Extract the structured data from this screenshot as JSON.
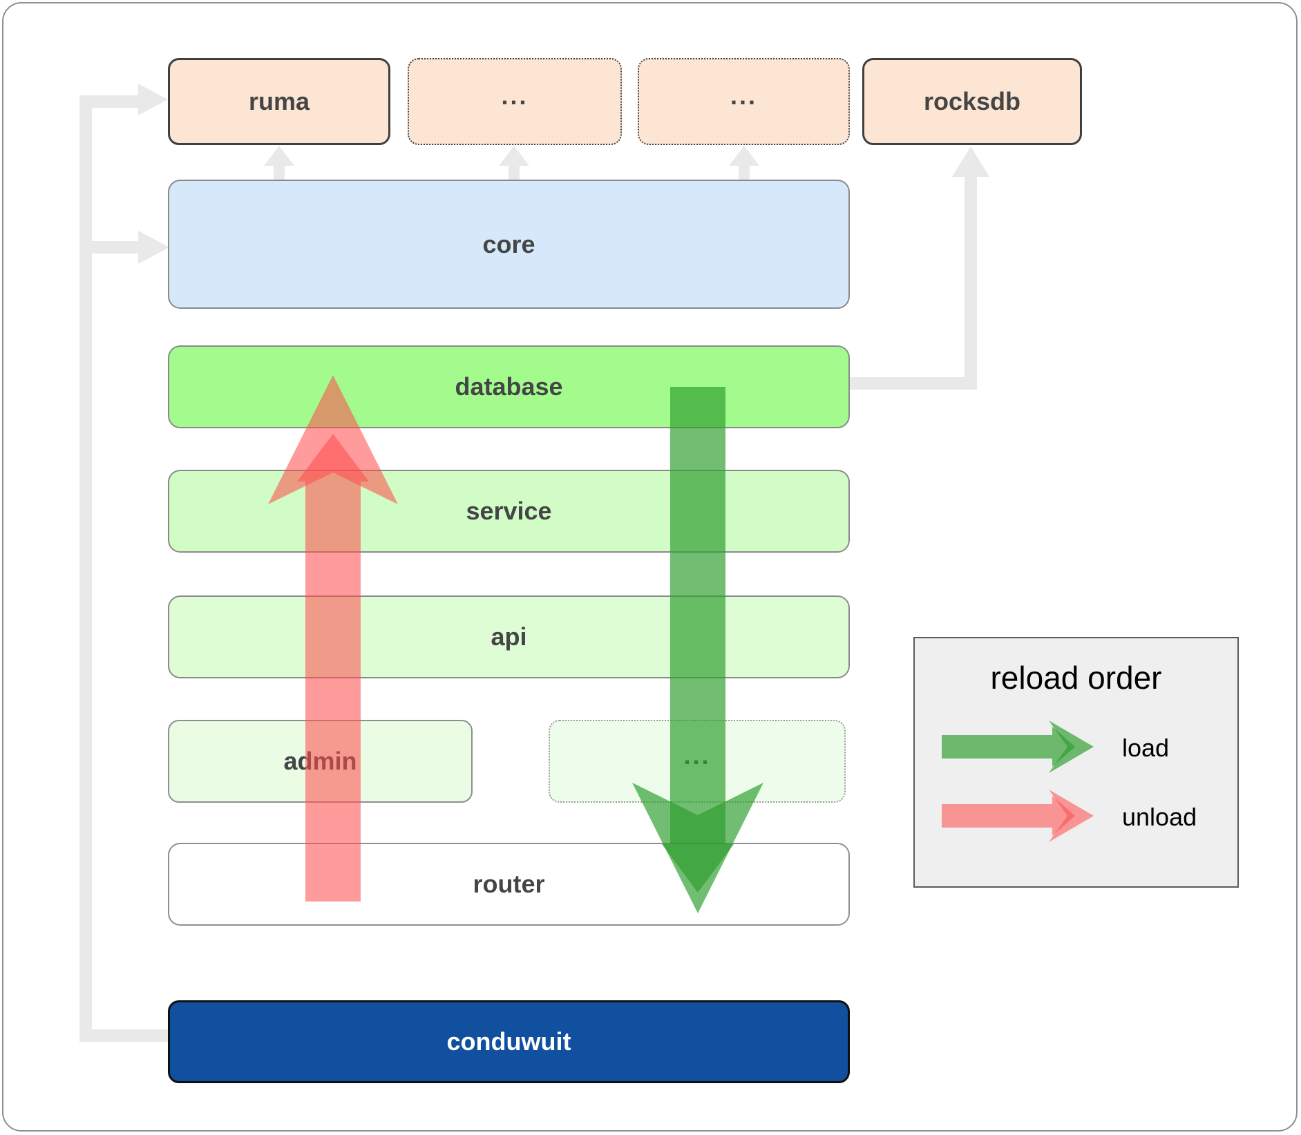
{
  "nodes": {
    "ruma": {
      "label": "ruma",
      "fill": "#fce5d3"
    },
    "top_dots_1": {
      "label": "...",
      "fill": "#fce5d3"
    },
    "top_dots_2": {
      "label": "...",
      "fill": "#fce5d3"
    },
    "rocksdb": {
      "label": "rocksdb",
      "fill": "#fce5d3"
    },
    "core": {
      "label": "core",
      "fill": "#d5e9fa"
    },
    "database": {
      "label": "database",
      "fill": "#a3fb8e"
    },
    "service": {
      "label": "service",
      "fill": "#d1fcc6"
    },
    "api": {
      "label": "api",
      "fill": "#defdd5"
    },
    "admin": {
      "label": "admin",
      "fill": "#eafce4"
    },
    "mid_dots": {
      "label": "...",
      "fill": "#eefdeb"
    },
    "router": {
      "label": "router",
      "fill": "#ffffff"
    },
    "conduwuit": {
      "label": "conduwuit",
      "fill": "#11509e"
    }
  },
  "legend": {
    "title": "reload order",
    "load_label": "load",
    "unload_label": "unload",
    "background": "#efefef"
  },
  "colors": {
    "connector_gray": "#e9e9e9",
    "load_green": "#2e9e2e",
    "unload_red": "#ff4d4d",
    "label_text": "#454545",
    "conduwuit_text": "#ffffff",
    "conduwuit_blue": "#11509e"
  }
}
